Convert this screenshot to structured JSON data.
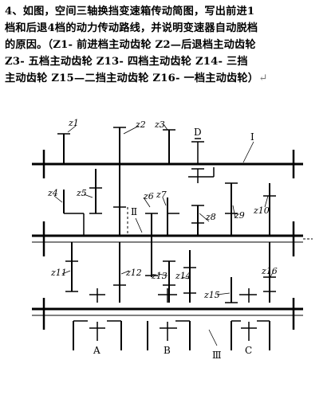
{
  "question": {
    "lines": [
      "4、如图，空间三轴换挡变速箱传动简图，写出前进1",
      "档和后退4档的动力传动路线，并说明变速器自动脱档",
      "的原因。（Z1-  前进档主动齿轮   Z2—后退档主动齿轮",
      "Z3- 五档主动齿轮   Z13- 四档主动齿轮   Z14- 三挡",
      "主动齿轮   Z15—二挡主动齿轮   Z16- 一档主动齿轮）"
    ],
    "return_mark": "↵"
  },
  "diagram": {
    "gear_labels": {
      "z1": "z1",
      "z2": "z2",
      "z3": "z3",
      "z4": "z4",
      "z5": "z5",
      "z6": "z6",
      "z7": "z7",
      "z8": "z8",
      "z9": "z9",
      "z10": "z10",
      "z11": "z11",
      "z12": "z12",
      "z13": "z13",
      "z14": "z14",
      "z15": "z15",
      "z16": "z16"
    },
    "shaft_labels": {
      "I": "I",
      "II": "Ⅱ",
      "III": "Ⅲ"
    },
    "clutch_labels": {
      "A": "A",
      "B": "B",
      "C": "C",
      "D": "D"
    }
  }
}
